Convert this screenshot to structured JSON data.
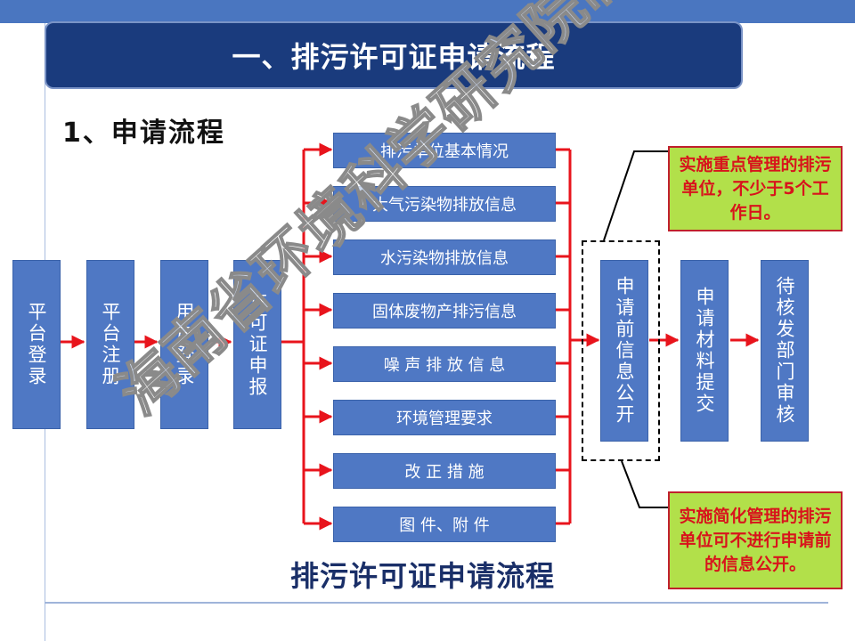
{
  "title": "一、排污许可证申请流程",
  "subtitle": "1、申请流程",
  "steps_left": [
    "平台登录",
    "平台注册",
    "用户登录",
    "许可证申报"
  ],
  "info_items": [
    "排污单位基本情况",
    "大气污染物排放信息",
    "水污染物排放信息",
    "固体废物产排污信息",
    "噪 声 排 放 信 息",
    "环境管理要求",
    "改 正 措 施",
    "图 件、附 件"
  ],
  "steps_right": [
    "申请前信息公开",
    "申请材料提交",
    "待核发部门审核"
  ],
  "note_top": "实施重点管理的排污单位，不少于5个工作日。",
  "note_bottom": "实施简化管理的排污单位可不进行申请前的信息公开。",
  "caption": "排污许可证申请流程",
  "watermark": "海南省环境科学研究院制",
  "colors": {
    "box": "#4f78c4",
    "title": "#1a3b7d",
    "arrow": "#e8141c",
    "note_bg": "#b2e04a",
    "note_text": "#d8141c"
  }
}
